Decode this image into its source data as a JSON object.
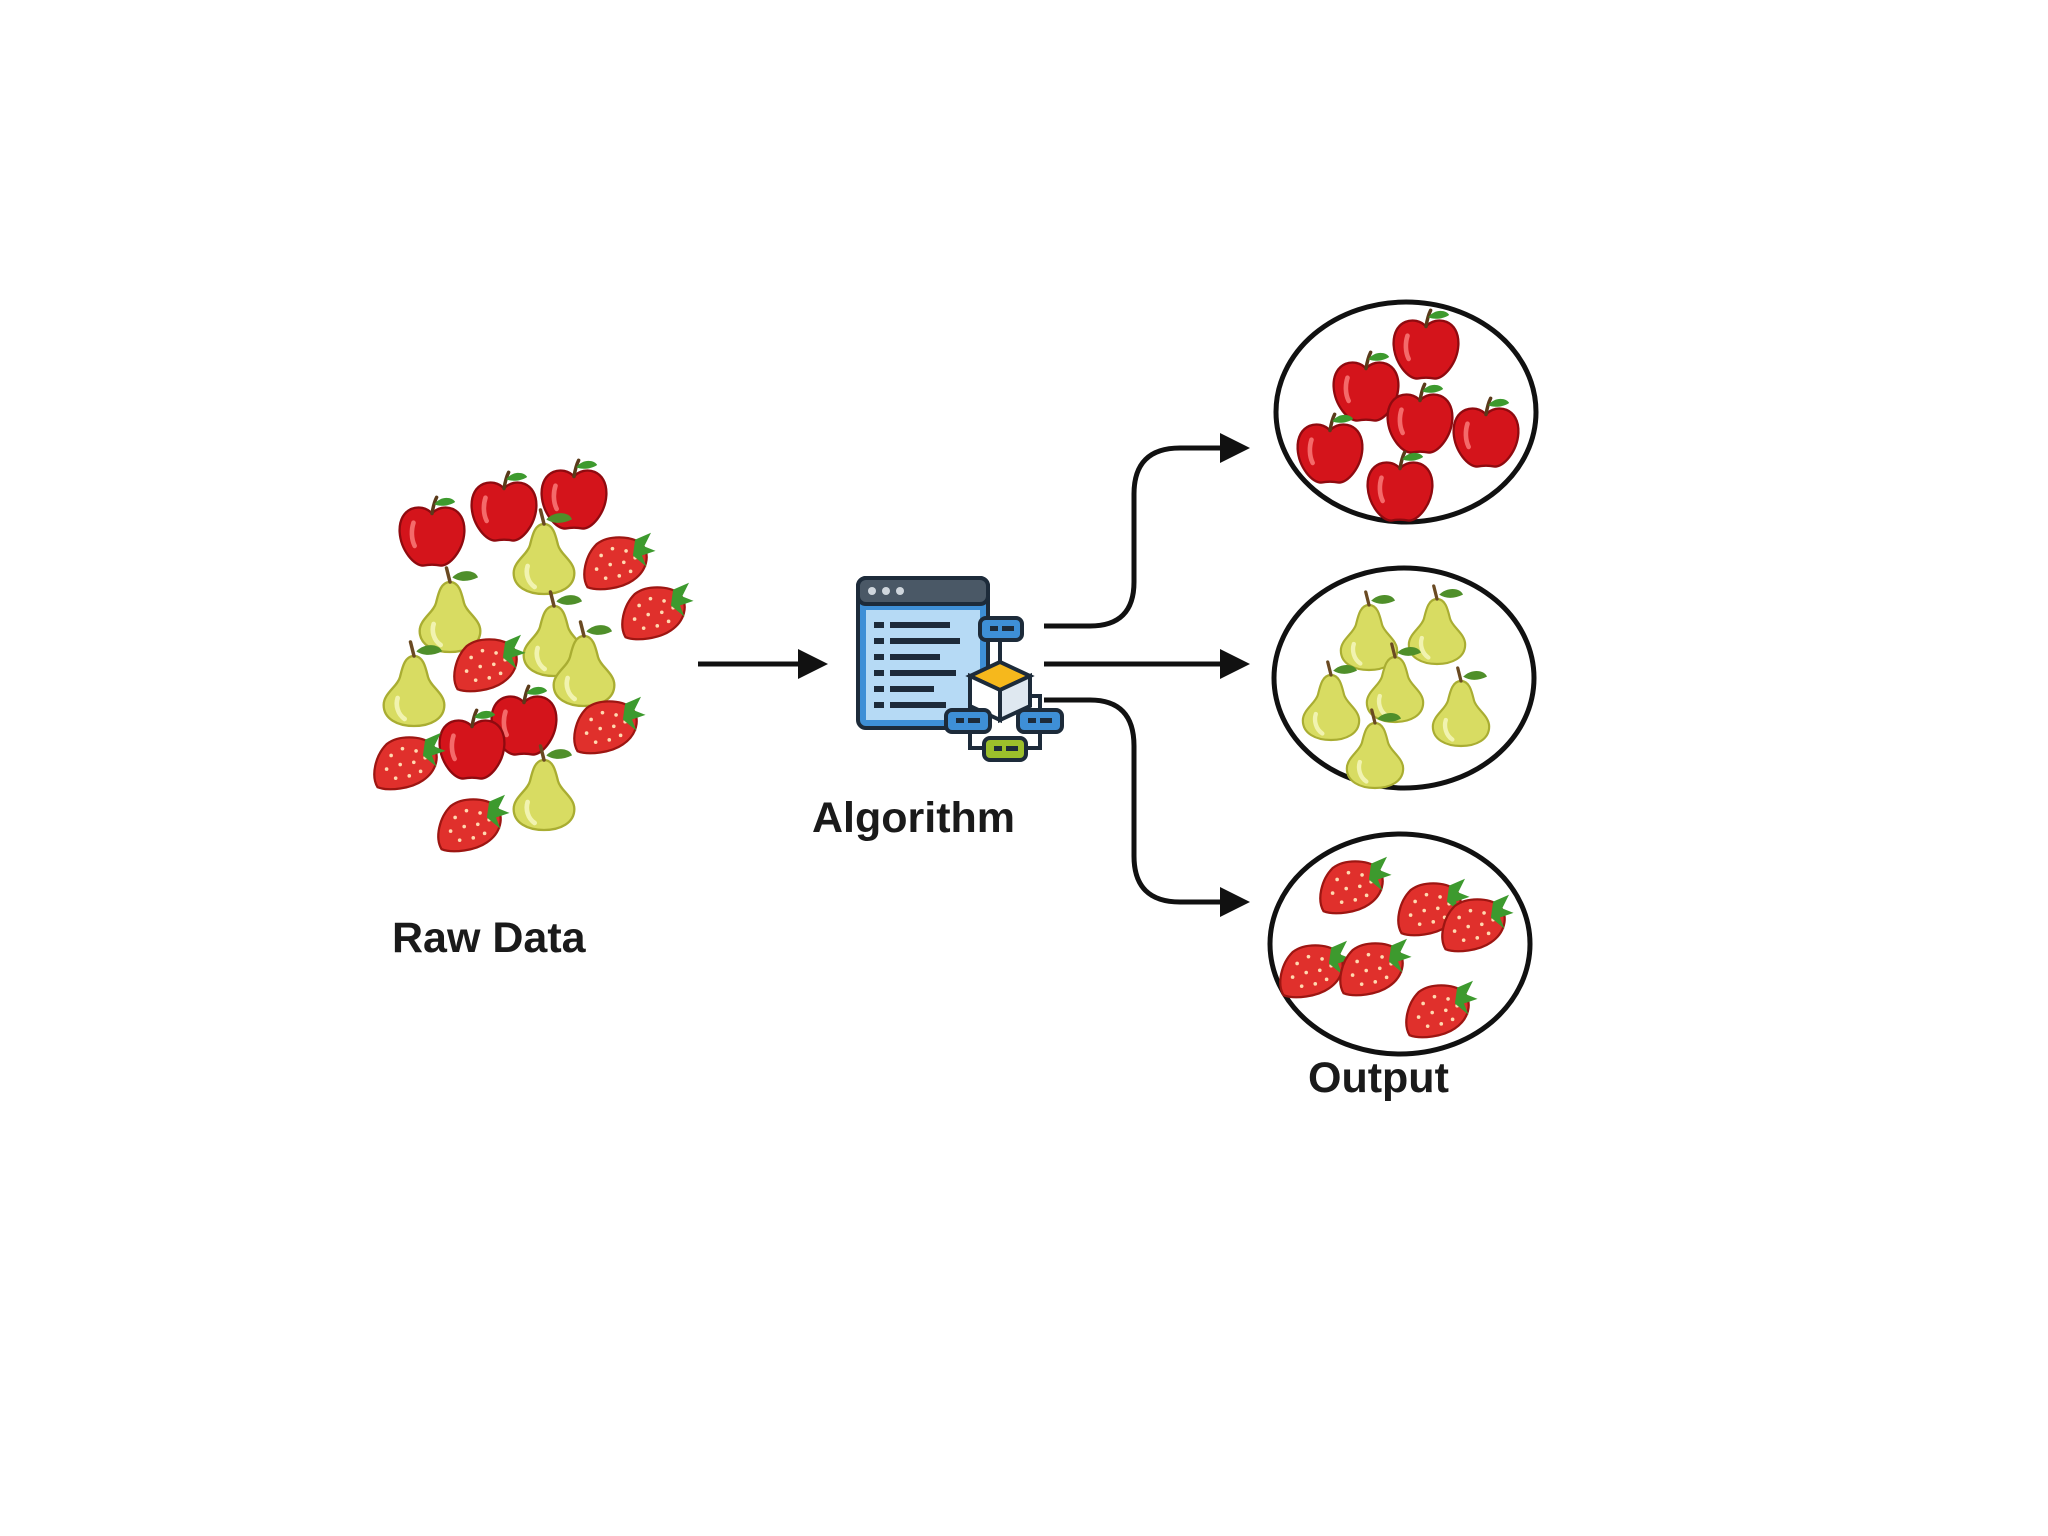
{
  "labels": {
    "raw_data": "Raw Data",
    "algorithm": "Algorithm",
    "output": "Output"
  },
  "colors": {
    "apple": "#d4141b",
    "apple_dark": "#9a0b10",
    "pear": "#d8dc62",
    "pear_dark": "#a9ad32",
    "strawberry": "#e0302c",
    "leaf": "#3d9a2e",
    "arrow": "#111111",
    "window_blue": "#3e8fd6",
    "window_light": "#b6daf5",
    "cube_yellow": "#f6b81c",
    "node_green": "#9cbf2b"
  },
  "icons": [
    "apple-icon",
    "pear-icon",
    "strawberry-icon",
    "algorithm-icon",
    "arrow-icon"
  ],
  "clusters": [
    {
      "fruit": "apple",
      "count": 6
    },
    {
      "fruit": "pear",
      "count": 6
    },
    {
      "fruit": "strawberry",
      "count": 6
    }
  ]
}
